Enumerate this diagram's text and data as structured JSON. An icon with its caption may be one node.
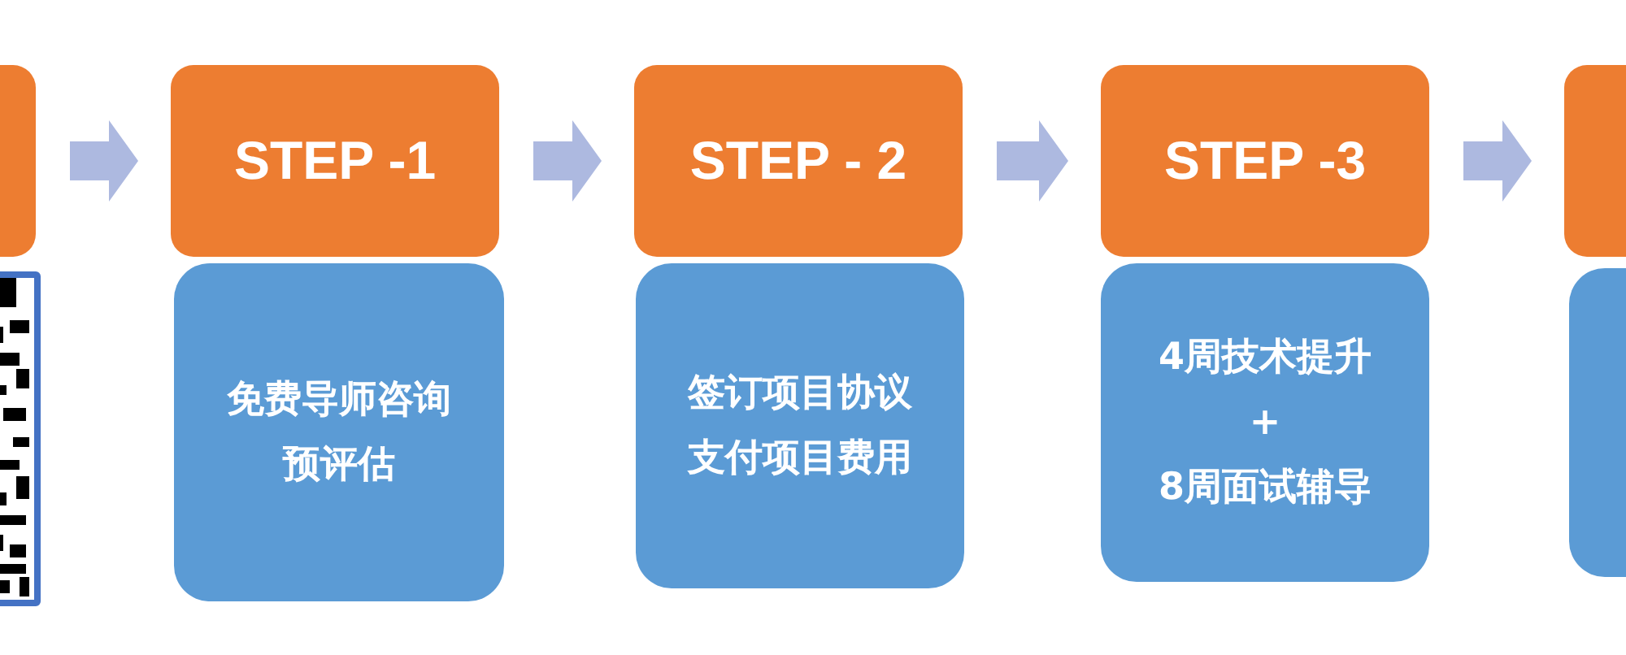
{
  "diagram": {
    "nodes": [
      {
        "text": [],
        "shape": "box"
      },
      {
        "text": [],
        "shape": "picture"
      },
      {
        "text": [
          "STEP -1"
        ]
      },
      {
        "text": [
          "免费导师咨询预评估"
        ]
      },
      {
        "text": [
          "STEP - 2"
        ]
      },
      {
        "text": [
          "签订项目协议支付项目费用"
        ]
      },
      {
        "text": [
          "STEP -3"
        ]
      },
      {
        "text": [
          "4周技术提升",
          "+",
          "8周面试辅导"
        ]
      },
      {
        "text": [],
        "shape": "box"
      },
      {
        "text": [],
        "shape": "box"
      }
    ],
    "edges": [
      {
        "from": 0,
        "to": 2,
        "arrow": "to"
      },
      {
        "from": 2,
        "to": 4,
        "arrow": "to"
      },
      {
        "from": 4,
        "to": 6,
        "arrow": "to"
      },
      {
        "from": 6,
        "to": 8,
        "arrow": "to"
      }
    ]
  }
}
